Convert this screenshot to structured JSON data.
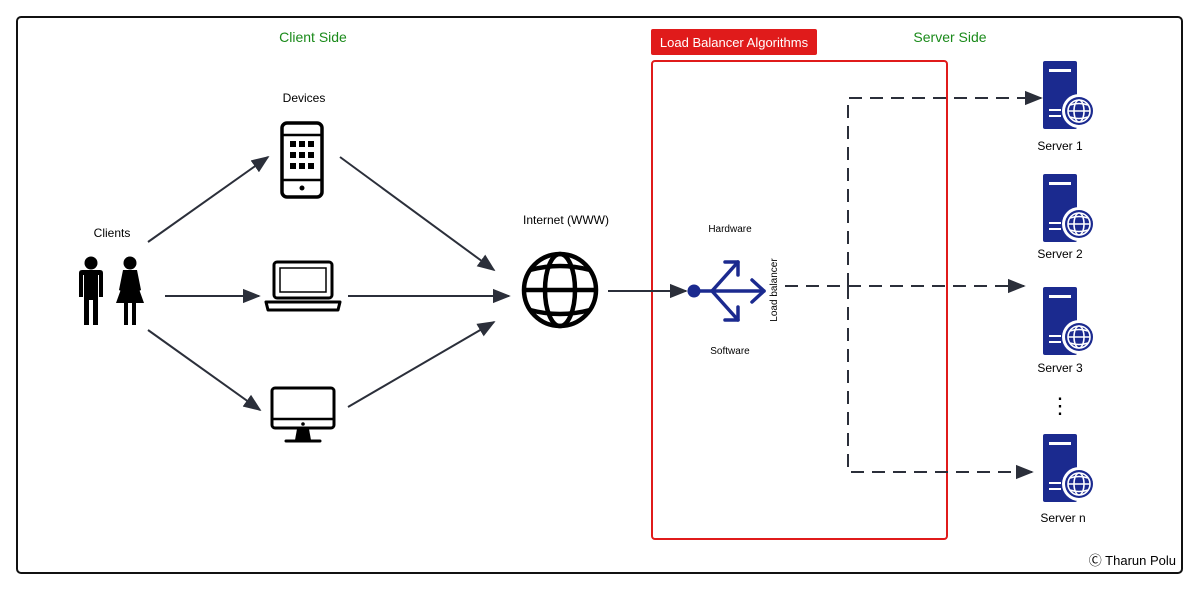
{
  "labels": {
    "client_side": "Client Side",
    "server_side": "Server Side",
    "algorithms": "Load Balancer Algorithms",
    "devices": "Devices",
    "clients": "Clients",
    "internet": "Internet (WWW)",
    "hardware": "Hardware",
    "software": "Software",
    "load_balancer": "Load balancer",
    "ellipsis": "⋮",
    "copyright": "Ⓒ Tharun  Polu"
  },
  "servers": [
    "Server 1",
    "Server 2",
    "Server 3",
    "Server n"
  ],
  "colors": {
    "accent_red": "#e01b1b",
    "heading_green": "#1a8a1a",
    "server_blue": "#1b2a8f",
    "arrow": "#2b2f3a"
  },
  "icons": {
    "clients": "person-icon",
    "phone": "smartphone-icon",
    "laptop": "laptop-icon",
    "desktop": "monitor-icon",
    "internet": "globe-icon",
    "load_balancer": "load-balancer-icon",
    "server": "server-icon"
  }
}
